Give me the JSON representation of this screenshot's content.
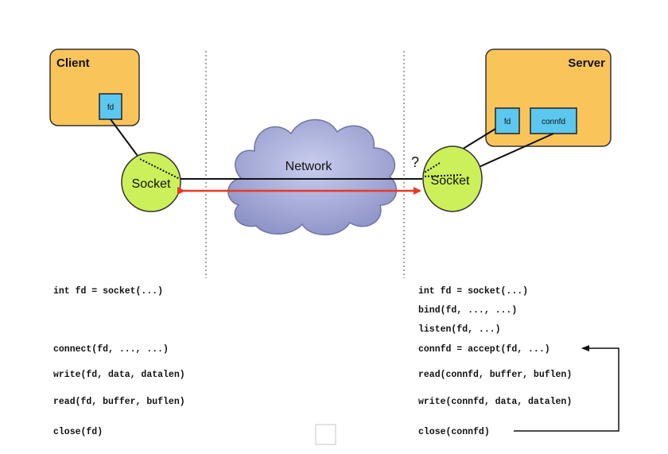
{
  "client": {
    "title": "Client",
    "fd_label": "fd"
  },
  "server": {
    "title": "Server",
    "fd_label": "fd",
    "connfd_label": "connfd"
  },
  "client_socket": {
    "label": "Socket"
  },
  "server_socket": {
    "label": "Socket"
  },
  "network": {
    "label": "Network"
  },
  "question_mark": "?",
  "client_code": [
    "int fd = socket(...)",
    "connect(fd, ..., ...)",
    "write(fd, data, datalen)",
    "read(fd, buffer, buflen)",
    "close(fd)"
  ],
  "server_code": [
    "int fd = socket(...)",
    "bind(fd, ..., ...)",
    "listen(fd, ...)",
    "connfd = accept(fd, ...)",
    "read(connfd, buffer, buflen)",
    "write(connfd, data, datalen)",
    "close(connfd)"
  ],
  "colors": {
    "host_fill": "#f9c55b",
    "descriptor_fill": "#5cc8f0",
    "socket_fill": "#ccf05a",
    "cloud_fill": "#a7acd8",
    "arrow_red": "#e83a22"
  }
}
